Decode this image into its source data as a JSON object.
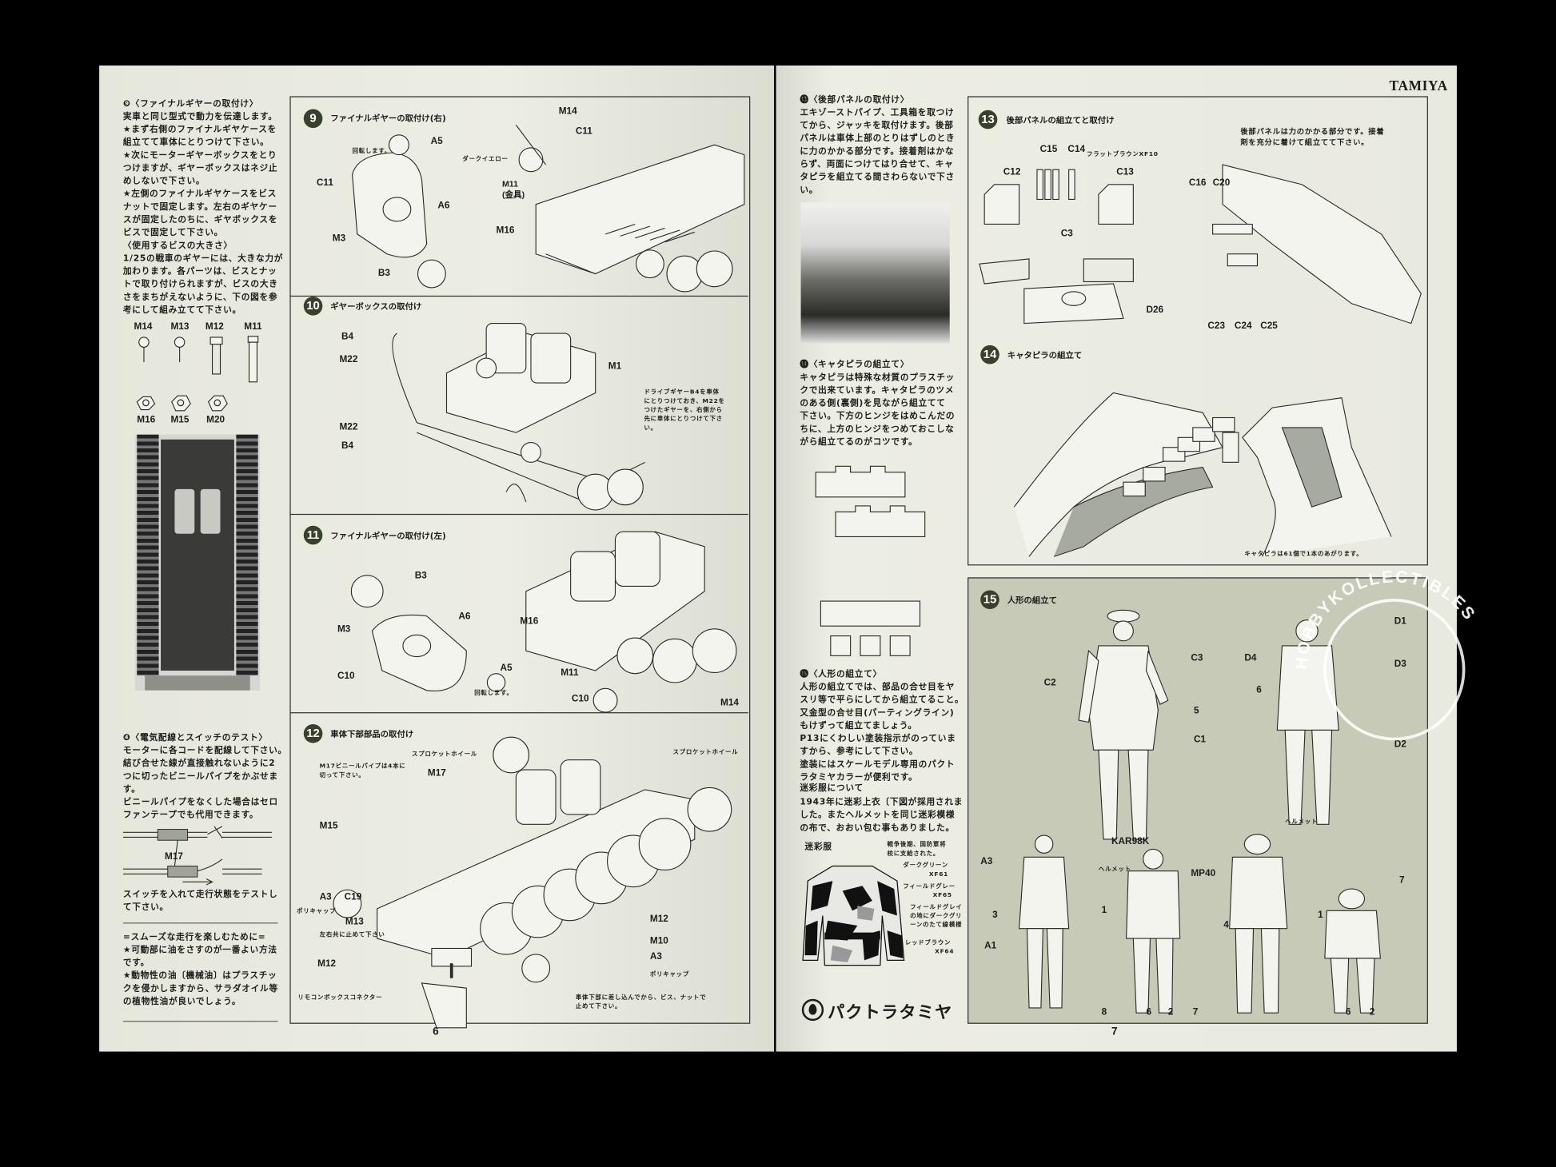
{
  "header": {
    "brand": "TAMIYA"
  },
  "left_page": {
    "page_number": "6",
    "sidebar": {
      "final_gear_text": "❾〈ファイナルギヤーの取付け〉\n実車と同じ型式で動力を伝達します。\n★まず右側のファイナルギヤケースを\n組立てて車体にとりつけて下さい。\n★次にモーターギヤーボックスをとり\nつけますが、ギヤーボックスはネジ止\nめしないで下さい。\n★左側のファイナルギヤケースをビス\nナットで固定します。左右のギヤケー\nスが固定したのちに、ギヤボックスを\nビスで固定して下さい。",
      "screw_size_text": "〈使用するビスの大きさ〉\n1/25の戦車のギヤーには、大きな力が\n加わります。各パーツは、ビスとナッ\nトで取り付けられますが、ビスの大き\nさをまちがえないように、下の図を参\n考にして組み立てて下さい。",
      "screws": [
        "M14",
        "M13",
        "M12",
        "M11"
      ],
      "nuts": [
        "M16",
        "M15",
        "M20"
      ],
      "wiring_text": "❹〈電気配線とスイッチのテスト〉\nモーターに各コードを配線して下さい。\n結び合せた線が直接触れないように2\nつに切ったビニールパイプをかぶせま\nす。\nビニールパイプをなくした場合はセロ\nファンテープでも代用できます。",
      "wiring_part": "M17",
      "switch_text": "スイッチを入れて走行状態をテストし\nて下さい。",
      "smooth_text": "=スムーズな走行を楽しむために=\n★可動部に油をさすのが一番よい方法\nです。\n★動物性の油〔機械油〕はプラスチッ\nクを侵かしますから、サラダオイル等\nの植物性油が良いでしょう。"
    },
    "steps": [
      {
        "number": "9",
        "title": "ファイナルギヤーの取付け(右)",
        "labels": [
          "A5",
          "回転します。",
          "C11",
          "A6",
          "M3",
          "B3",
          "M14",
          "C11",
          "ダークイエロー",
          "M11\n(金具)",
          "M16"
        ]
      },
      {
        "number": "10",
        "title": "ギヤーボックスの取付け",
        "labels": [
          "B4",
          "M22",
          "M1",
          "M22",
          "B4"
        ],
        "note": "ドライブギヤーB4を車体\nにとりつけておき、M22を\nつけたギヤーを、右側から\n先に車体にとりつけて下さ\nい。"
      },
      {
        "number": "11",
        "title": "ファイナルギヤーの取付け(左)",
        "labels": [
          "B3",
          "A6",
          "M3",
          "M16",
          "C10",
          "A5",
          "回転します。",
          "M11",
          "C10",
          "M14"
        ]
      },
      {
        "number": "12",
        "title": "車体下部部品の取付け",
        "labels": [
          "スプロケットホイール",
          "スプロケットホイール",
          "M17",
          "M15",
          "A3",
          "C19",
          "ポリキャップ",
          "M13",
          "左右共に止めて下さい",
          "M12",
          "リモコンボックスコネクター",
          "M12",
          "M10",
          "A3",
          "ポリキャップ"
        ],
        "notes": [
          "M17ビニールパイプは4本に\n切って下さい。",
          "車体下部に差し込んでから、ビス、ナットで\n止めて下さい。"
        ]
      }
    ]
  },
  "right_page": {
    "page_number": "7",
    "rear_panel_text": "⓭〈後部パネルの取付け〉\nエキゾーストパイプ、工具箱を取つけ\nてから、ジャッキを取付けます。後部\nパネルは車体上部のとりはずしのとき\nに力のかかる部分です。接着剤はかな\nらず、両面につけてはり合せて、キャ\nタピラを組立てる間さわらないで下さ\nい。",
    "track_text": "⓮〈キャタピラの組立て〉\nキャタピラは特殊な材質のプラスチッ\nクで出来ています。キャタピラのツメ\nのある側(裏側)を見ながら組立てて\n下さい。下方のヒンジをはめこんだの\nちに、上方のヒンジをつめておこしな\nがら組立てるのがコツです。",
    "figure_text": "⓯〈人形の組立て〉\n人形の組立てでは、部品の合せ目をヤ\nスリ等で平らにしてから組立てること。\n又金型の合せ目(パーティングライン)\nもけずって組立てましょう。\nP13にくわしい塗装指示がのっていま\nすから、参考にして下さい。\n塗装にはスケールモデル専用のパクト\nラタミヤカラーが便利です。",
    "camo_heading": "迷彩服について",
    "camo_text": "1943年に迷彩上衣〔下図が採用されま\nした。またヘルメットを同じ迷彩模様\nの布で、おおい包む事もありました。",
    "camo_label": "迷彩服",
    "camo_note": "戦争後期、国防軍将\n校に支給された。",
    "camo_colors": [
      {
        "name": "ダークグリーン",
        "code": "XF61"
      },
      {
        "name": "フィールドグレー",
        "code": "XF65"
      },
      {
        "name": "フィールドグレイ\nの地にダークグリ\nーンのたて線模様",
        "code": ""
      },
      {
        "name": "レッドブラウン",
        "code": "XF64"
      }
    ],
    "logo": "パクトラタミヤ",
    "steps": [
      {
        "number": "13",
        "title": "後部パネルの組立てと取付け",
        "labels": [
          "C15",
          "C14",
          "フラットブラウンXF10",
          "C12",
          "C13",
          "C3",
          "D26",
          "C16",
          "C20",
          "C23",
          "C24",
          "C25"
        ],
        "note": "後部パネルは力のかかる部分です。接着\n剤を充分に着けて組立てて下さい。"
      },
      {
        "number": "14",
        "title": "キャタピラの組立て",
        "note": "キャタピラは61個で1本のあがります。"
      },
      {
        "number": "15",
        "title": "人形の組立て",
        "labels": [
          "D1",
          "C3",
          "D4",
          "D3",
          "C2",
          "6",
          "5",
          "C1",
          "D2",
          "ヘルメット",
          "KAR98K",
          "A3",
          "ヘルメット",
          "MP40",
          "3",
          "1",
          "4",
          "1",
          "7",
          "A1",
          "8",
          "6",
          "2",
          "7",
          "6",
          "2"
        ]
      }
    ]
  },
  "watermark": {
    "text": "HOBBYKOLLECTIBLES"
  },
  "colors": {
    "background": "#000000",
    "paper": "#e9eadf",
    "figure_panel": "#c6cab7",
    "step_badge": "#39402c"
  }
}
